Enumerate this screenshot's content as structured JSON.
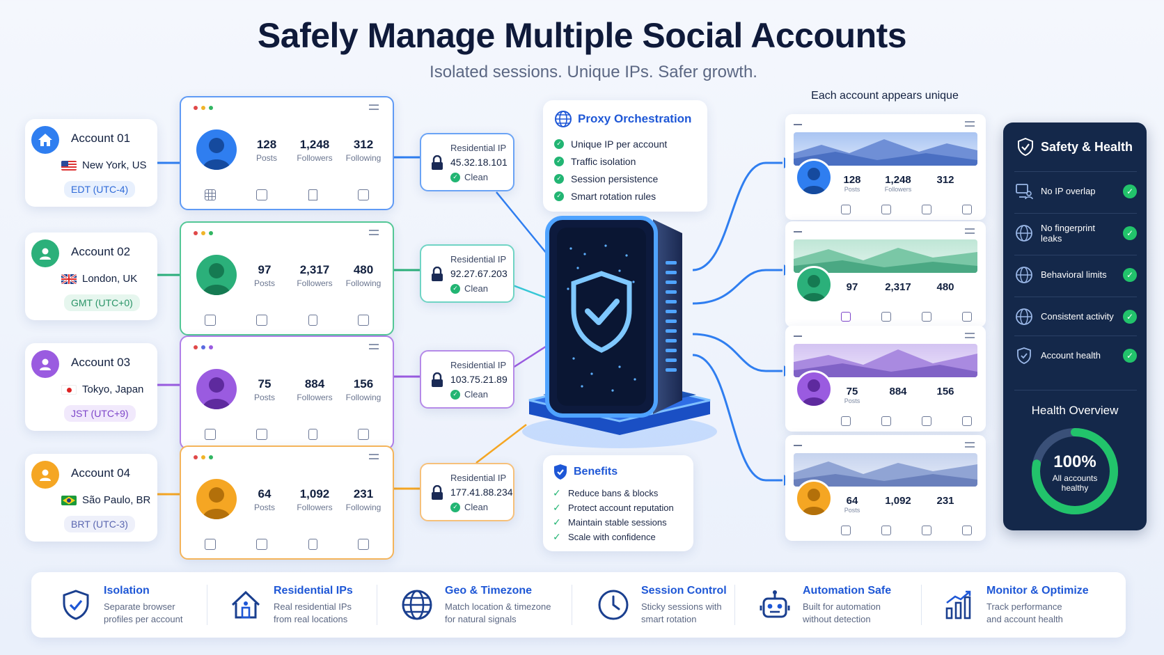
{
  "header": {
    "title": "Safely Manage Multiple Social Accounts",
    "subtitle": "Isolated sessions. Unique IPs. Safer growth."
  },
  "colors": {
    "blue": "#2f7ef0",
    "green": "#2bb07a",
    "purple": "#9a5be0",
    "orange": "#f5a623",
    "accent": "#1e57d6"
  },
  "accounts": [
    {
      "name": "Account 01",
      "location": "New York, US",
      "timezone": "EDT (UTC-4)",
      "posts": "128",
      "followers": "1,248",
      "following": "312",
      "ip_label": "Residential IP",
      "ip": "45.32.18.101",
      "status": "Clean"
    },
    {
      "name": "Account 02",
      "location": "London, UK",
      "timezone": "GMT (UTC+0)",
      "posts": "97",
      "followers": "2,317",
      "following": "480",
      "ip_label": "Residential IP",
      "ip": "92.27.67.203",
      "status": "Clean"
    },
    {
      "name": "Account 03",
      "location": "Tokyo, Japan",
      "timezone": "JST (UTC+9)",
      "posts": "75",
      "followers": "884",
      "following": "156",
      "ip_label": "Residential IP",
      "ip": "103.75.21.89",
      "status": "Clean"
    },
    {
      "name": "Account 04",
      "location": "São Paulo, BR",
      "timezone": "BRT (UTC-3)",
      "posts": "64",
      "followers": "1,092",
      "following": "231",
      "ip_label": "Residential IP",
      "ip": "177.41.88.234",
      "status": "Clean"
    }
  ],
  "labels": {
    "posts": "Posts",
    "followers": "Followers",
    "following": "Following"
  },
  "proxy": {
    "title": "Proxy Orchestration",
    "items": [
      "Unique IP per account",
      "Traffic isolation",
      "Session persistence",
      "Smart rotation rules"
    ]
  },
  "benefits": {
    "title": "Benefits",
    "items": [
      "Reduce bans & blocks",
      "Protect account reputation",
      "Maintain stable sessions",
      "Scale with confidence"
    ]
  },
  "right": {
    "label": "Each account appears unique"
  },
  "safety": {
    "title": "Safety & Health",
    "items": [
      "No IP overlap",
      "No fingerprint leaks",
      "Behavioral limits",
      "Consistent activity",
      "Account health"
    ],
    "overview_title": "Health Overview",
    "percent": "100%",
    "percent_value": 100,
    "percent_label": "All accounts healthy"
  },
  "features": [
    {
      "title": "Isolation",
      "desc": "Separate browser profiles per account",
      "icon": "shield-check-icon"
    },
    {
      "title": "Residential IPs",
      "desc": "Real residential IPs from real locations",
      "icon": "house-icon"
    },
    {
      "title": "Geo & Timezone",
      "desc": "Match location & timezone for natural signals",
      "icon": "globe-icon"
    },
    {
      "title": "Session Control",
      "desc": "Sticky sessions with smart rotation",
      "icon": "clock-icon"
    },
    {
      "title": "Automation Safe",
      "desc": "Built for automation without detection",
      "icon": "robot-icon"
    },
    {
      "title": "Monitor & Optimize",
      "desc": "Track performance and account health",
      "icon": "chart-icon"
    }
  ]
}
